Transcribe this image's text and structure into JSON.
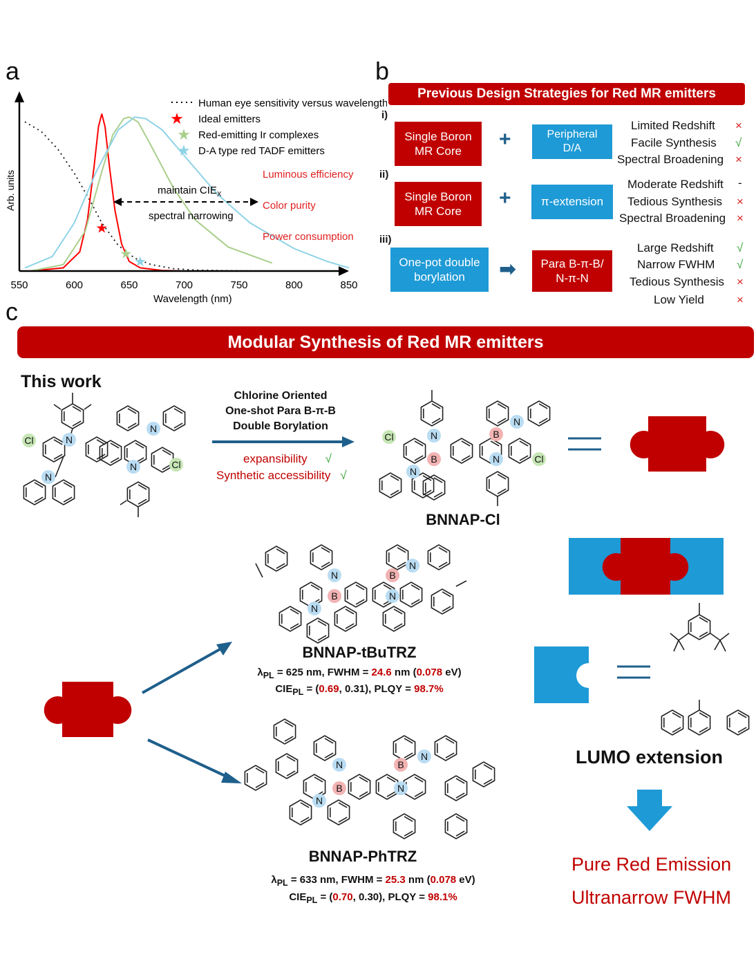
{
  "panel_a": {
    "letter": "a",
    "ylabel": "Arb. units",
    "xlabel": "Wavelength (nm)",
    "xticks": [
      "550",
      "600",
      "650",
      "700",
      "750",
      "800",
      "850"
    ],
    "legend": [
      "Human eye sensitivity versus wavelength",
      "Ideal emitters",
      "Red-emitting Ir complexes",
      "D-A type red TADF emitters"
    ],
    "annot_maintain": "maintain CIE",
    "annot_maintain_sub": "X",
    "annot_narrow": "spectral narrowing",
    "red_labels": [
      "Luminous efficiency",
      "Color purity",
      "Power consumption"
    ],
    "colors": {
      "eye": "#111111",
      "ideal": "#ff0000",
      "ir": "#a9cf8b",
      "tadf": "#8fd3e6"
    }
  },
  "chart_data": {
    "type": "line",
    "xlim": [
      550,
      850
    ],
    "xlabel": "Wavelength (nm)",
    "ylabel": "Arb. units",
    "series": [
      {
        "name": "Human eye sensitivity versus wavelength",
        "style": "dotted",
        "x": [
          555,
          570,
          585,
          600,
          615,
          625,
          640,
          655,
          670,
          690,
          710,
          740,
          780
        ],
        "y": [
          0.93,
          0.87,
          0.76,
          0.61,
          0.43,
          0.3,
          0.16,
          0.08,
          0.04,
          0.015,
          0.006,
          0.002,
          0.0
        ]
      },
      {
        "name": "Ideal emitters",
        "x": [
          560,
          590,
          605,
          612,
          618,
          622,
          625,
          628,
          632,
          637,
          643,
          650,
          660,
          680,
          700
        ],
        "y": [
          0.0,
          0.02,
          0.12,
          0.32,
          0.65,
          0.9,
          0.98,
          0.9,
          0.65,
          0.38,
          0.17,
          0.06,
          0.02,
          0.004,
          0.0
        ]
      },
      {
        "name": "Red-emitting Ir complexes",
        "x": [
          560,
          590,
          610,
          625,
          635,
          645,
          650,
          658,
          670,
          690,
          710,
          740,
          780
        ],
        "y": [
          0.0,
          0.04,
          0.25,
          0.62,
          0.85,
          0.95,
          0.96,
          0.93,
          0.78,
          0.52,
          0.32,
          0.15,
          0.05
        ]
      },
      {
        "name": "D-A type red TADF emitters",
        "x": [
          555,
          580,
          600,
          620,
          640,
          655,
          665,
          680,
          700,
          730,
          760,
          800,
          830,
          850
        ],
        "y": [
          0.02,
          0.09,
          0.3,
          0.62,
          0.88,
          0.96,
          0.95,
          0.88,
          0.72,
          0.48,
          0.3,
          0.14,
          0.06,
          0.02
        ]
      }
    ],
    "markers": [
      {
        "name": "Ideal emitters",
        "x": 625,
        "y": 0.27,
        "color": "#ff0000"
      },
      {
        "name": "Red-emitting Ir complexes",
        "x": 647,
        "y": 0.11,
        "color": "#a9cf8b"
      },
      {
        "name": "D-A type red TADF emitters",
        "x": 660,
        "y": 0.06,
        "color": "#8fd3e6"
      }
    ]
  },
  "panel_b": {
    "letter": "b",
    "title": "Previous Design Strategies for Red MR emitters",
    "rows": [
      {
        "label": "i)",
        "box1": "Single Boron\nMR Core",
        "op": "+",
        "box2": "Peripheral\nD/A",
        "items": [
          {
            "text": "Limited Redshift",
            "mark": "×",
            "ok": false
          },
          {
            "text": "Facile Synthesis",
            "mark": "√",
            "ok": true
          },
          {
            "text": "Spectral Broadening",
            "mark": "×",
            "ok": false
          }
        ]
      },
      {
        "label": "ii)",
        "box1": "Single Boron\nMR Core",
        "op": "+",
        "box2": "π-extension",
        "items": [
          {
            "text": "Moderate Redshift",
            "mark": "-",
            "ok": null
          },
          {
            "text": "Tedious Synthesis",
            "mark": "×",
            "ok": false
          },
          {
            "text": "Spectral Broadening",
            "mark": "×",
            "ok": false
          }
        ]
      },
      {
        "label": "iii)",
        "box1": "One-pot double\nborylation",
        "op": "➡",
        "box2": "Para B-π-B/\nN-π-N",
        "items": [
          {
            "text": "Large Redshift",
            "mark": "√",
            "ok": true
          },
          {
            "text": "Narrow FWHM",
            "mark": "√",
            "ok": true
          },
          {
            "text": "Tedious Synthesis",
            "mark": "×",
            "ok": false
          },
          {
            "text": "Low Yield",
            "mark": "×",
            "ok": false
          }
        ]
      }
    ]
  },
  "panel_c": {
    "letter": "c",
    "title": "Modular Synthesis of Red MR emitters",
    "this_work": "This work",
    "reaction": [
      "Chlorine Oriented",
      "One-shot Para B-π-B",
      "Double Borylation"
    ],
    "benefits": [
      {
        "text": "expansibility",
        "mark": "√"
      },
      {
        "text": "Synthetic accessibility",
        "mark": "√"
      }
    ],
    "compounds": [
      {
        "name": "BNNAP-Cl"
      },
      {
        "name": "BNNAP-tBuTRZ",
        "line1": {
          "pre": "λ",
          "sub": "PL",
          "a": " = 625 nm, FWHM = ",
          "v1": "24.6",
          "b": " nm (",
          "v2": "0.078",
          "c": " eV)"
        },
        "line2": {
          "pre": "CIE",
          "sub": "PL",
          "a": " = (",
          "v1": "0.69",
          "b": ", 0.31), PLQY = ",
          "v2": "98.7%",
          "c": ""
        }
      },
      {
        "name": "BNNAP-PhTRZ",
        "line1": {
          "pre": "λ",
          "sub": "PL",
          "a": " = 633 nm, FWHM = ",
          "v1": "25.3",
          "b": " nm (",
          "v2": "0.078",
          "c": " eV)"
        },
        "line2": {
          "pre": "CIE",
          "sub": "PL",
          "a": " = (",
          "v1": "0.70",
          "b": ", 0.30), PLQY = ",
          "v2": "98.1%",
          "c": ""
        }
      }
    ],
    "lumo": "LUMO extension",
    "outcomes": [
      "Pure Red Emission",
      "Ultranarrow FWHM"
    ],
    "atoms": {
      "N": "N",
      "B": "B",
      "Cl": "Cl"
    },
    "colors": {
      "red": "#c00000",
      "blue": "#1e9ad6",
      "arrow": "#1f5f8b",
      "n_halo": "#b9dcf2",
      "b_halo": "#f3b3b3",
      "cl_halo": "#c6e6b5"
    }
  }
}
